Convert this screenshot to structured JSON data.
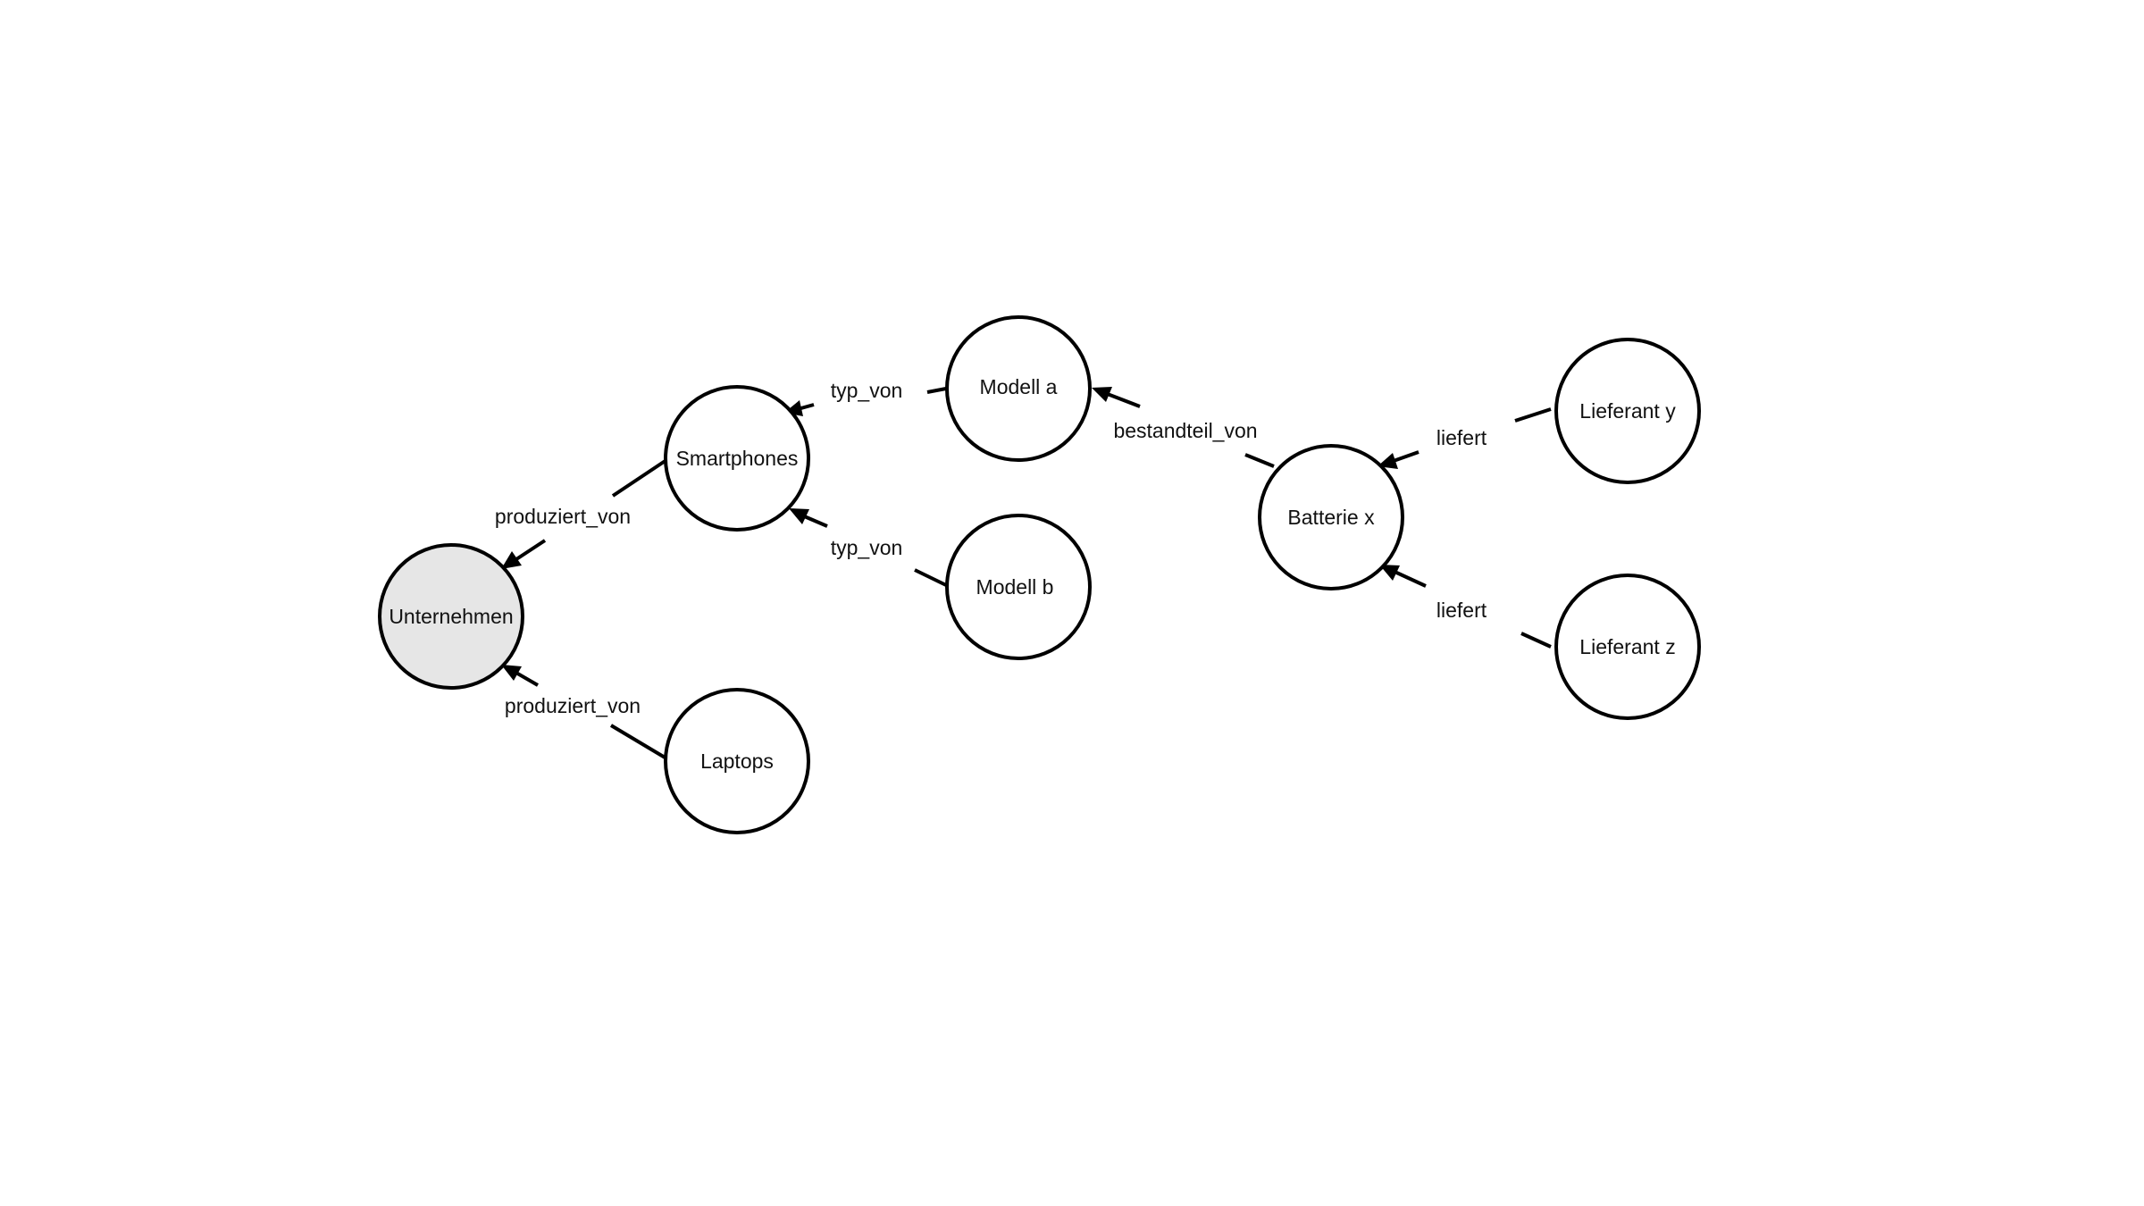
{
  "diagram": {
    "nodes": {
      "unternehmen": "Unternehmen",
      "smartphones": "Smartphones",
      "laptops": "Laptops",
      "modell_a": "Modell a",
      "modell_b": "Modell b",
      "batterie_x": "Batterie x",
      "lieferant_y": "Lieferant y",
      "lieferant_z": "Lieferant z"
    },
    "edges": {
      "smartphones_unternehmen": "produziert_von",
      "laptops_unternehmen": "produziert_von",
      "modell_a_smartphones": "typ_von",
      "modell_b_smartphones": "typ_von",
      "batterie_modell_a": "bestandteil_von",
      "lieferant_y_batterie": "liefert",
      "lieferant_z_batterie": "liefert"
    },
    "colors": {
      "root_fill": "#e6e6e6",
      "node_fill": "#ffffff",
      "stroke": "#000000"
    }
  }
}
